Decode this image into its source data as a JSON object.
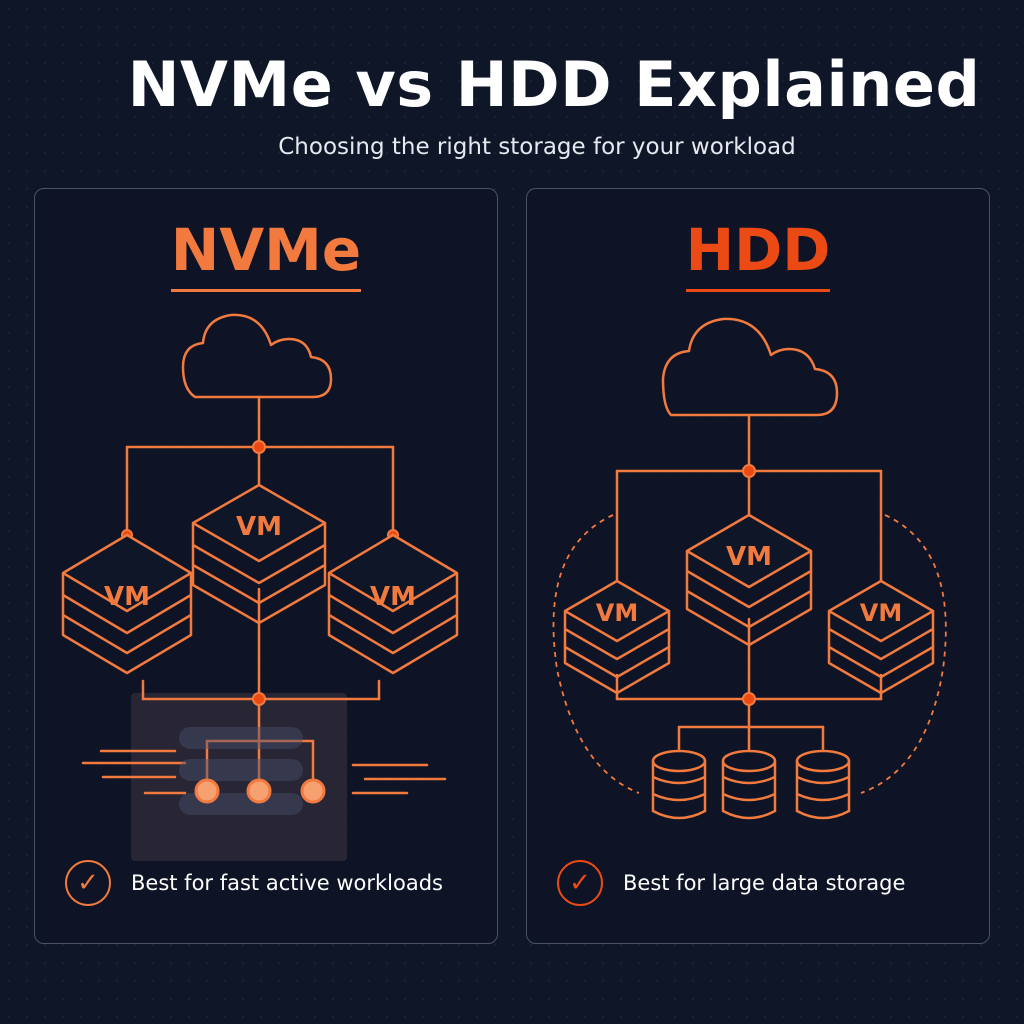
{
  "header": {
    "title": "NVMe vs HDD Explained",
    "subtitle": "Choosing the right storage for your workload"
  },
  "panels": [
    {
      "title": "NVMe",
      "vm_label": "VM",
      "note": "Best for fast active workloads",
      "accent": "#f27a3e"
    },
    {
      "title": "HDD",
      "vm_label": "VM",
      "note": "Best for large data storage",
      "accent": "#ec4a14"
    }
  ],
  "icons": [
    "cloud-icon",
    "vm-stack-icon",
    "ssd-chip-icon",
    "database-icon",
    "check-circle-icon"
  ],
  "colors": {
    "background": "#0e1627",
    "accent_orange": "#f27a3e",
    "accent_red": "#ec4a14",
    "panel_border": "#4a5366",
    "text": "#ffffff"
  }
}
